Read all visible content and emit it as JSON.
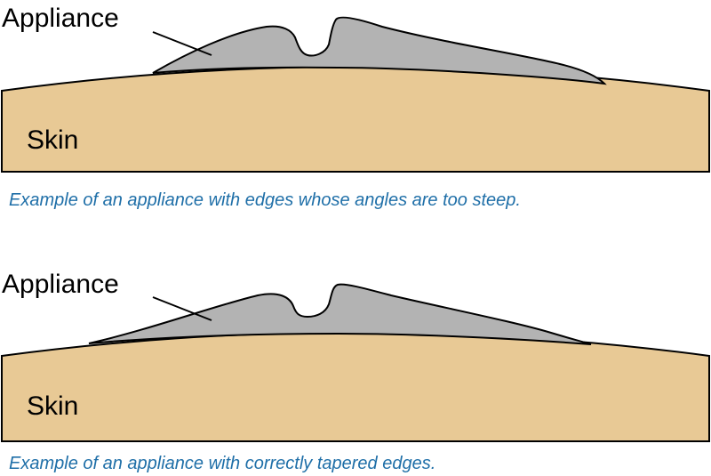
{
  "colors": {
    "skin": "#e8c995",
    "appliance": "#b3b3b3",
    "outline": "#000000",
    "caption": "#1f6fa8"
  },
  "panels": [
    {
      "appliance_label": "Appliance",
      "skin_label": "Skin",
      "caption": "Example of an appliance with edges whose angles are too steep."
    },
    {
      "appliance_label": "Appliance",
      "skin_label": "Skin",
      "caption": "Example of an appliance with correctly tapered edges."
    }
  ]
}
